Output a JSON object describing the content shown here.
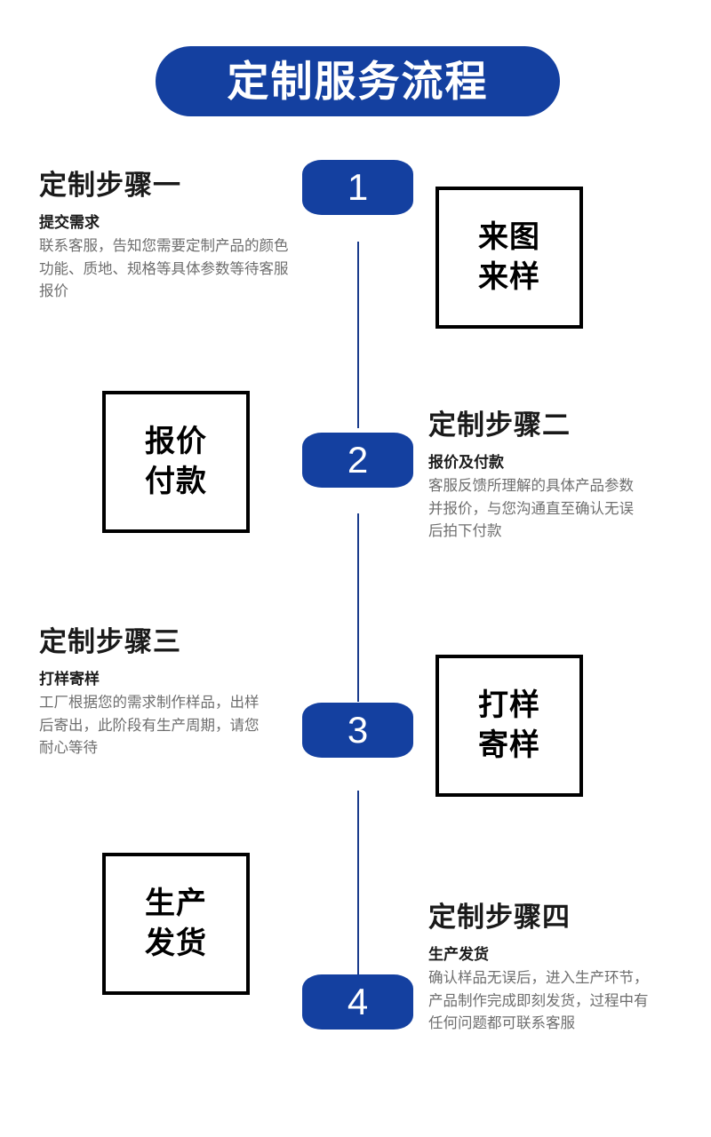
{
  "banner": {
    "title": "定制服务流程",
    "background_color": "#1440a0",
    "text_color": "#ffffff"
  },
  "theme": {
    "accent_blue": "#1440a0",
    "spine_blue": "#1b3c8c",
    "heading_color": "#1a1a1a",
    "body_color": "#6e6e6e",
    "box_border_color": "#000000",
    "page_background": "#ffffff"
  },
  "steps": [
    {
      "number": "1",
      "heading": "定制步骤一",
      "subtitle": "提交需求",
      "body": "联系客服，告知您需要定制产品的颜色\n功能、质地、规格等具体参数等待客服\n报价",
      "box_lines": [
        "来图",
        "来样"
      ],
      "text_side": "left",
      "box_side": "right"
    },
    {
      "number": "2",
      "heading": "定制步骤二",
      "subtitle": "报价及付款",
      "body": "客服反馈所理解的具体产品参数\n并报价，与您沟通直至确认无误\n后拍下付款",
      "box_lines": [
        "报价",
        "付款"
      ],
      "text_side": "right",
      "box_side": "left"
    },
    {
      "number": "3",
      "heading": "定制步骤三",
      "subtitle": "打样寄样",
      "body": "工厂根据您的需求制作样品，出样\n后寄出，此阶段有生产周期，请您\n耐心等待",
      "box_lines": [
        "打样",
        "寄样"
      ],
      "text_side": "left",
      "box_side": "right"
    },
    {
      "number": "4",
      "heading": "定制步骤四",
      "subtitle": "生产发货",
      "body": "确认样品无误后，进入生产环节，\n产品制作完成即刻发货，过程中有\n任何问题都可联系客服",
      "box_lines": [
        "生产",
        "发货"
      ],
      "text_side": "right",
      "box_side": "left"
    }
  ]
}
